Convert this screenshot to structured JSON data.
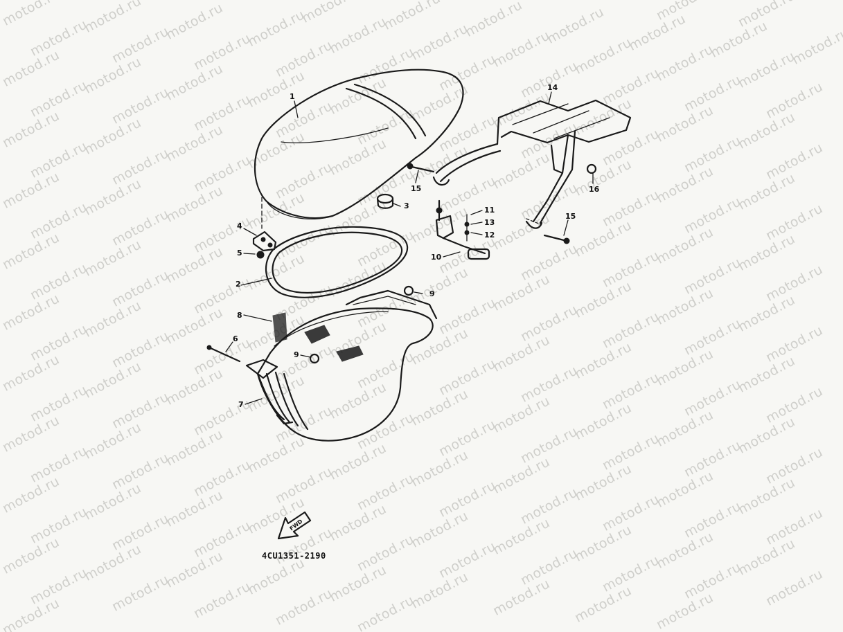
{
  "watermark": "motod.ru",
  "part_code": "4CU1351-2190",
  "fwd_label": "FWD",
  "callouts": [
    {
      "id": "c1",
      "text": "1"
    },
    {
      "id": "c2",
      "text": "2"
    },
    {
      "id": "c3",
      "text": "3"
    },
    {
      "id": "c4",
      "text": "4"
    },
    {
      "id": "c5",
      "text": "5"
    },
    {
      "id": "c6",
      "text": "6"
    },
    {
      "id": "c7",
      "text": "7"
    },
    {
      "id": "c8",
      "text": "8"
    },
    {
      "id": "c9a",
      "text": "9"
    },
    {
      "id": "c9b",
      "text": "9"
    },
    {
      "id": "c10",
      "text": "10"
    },
    {
      "id": "c11",
      "text": "11"
    },
    {
      "id": "c12",
      "text": "12"
    },
    {
      "id": "c13",
      "text": "13"
    },
    {
      "id": "c14",
      "text": "14"
    },
    {
      "id": "c15a",
      "text": "15"
    },
    {
      "id": "c15b",
      "text": "15"
    },
    {
      "id": "c16",
      "text": "16"
    }
  ]
}
